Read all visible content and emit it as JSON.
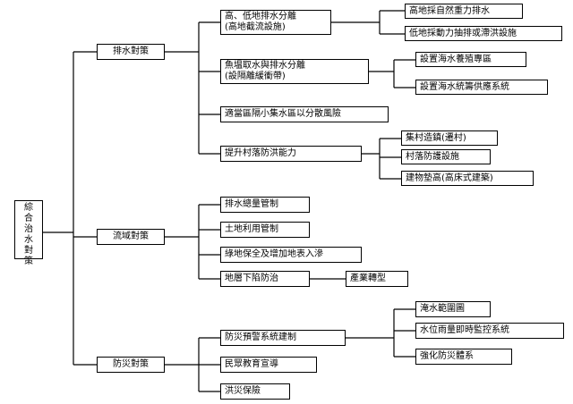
{
  "root": {
    "label": "綜合治水對策"
  },
  "branches": [
    {
      "label": "排水對策",
      "children": [
        {
          "label": "高、低地排水分離\n(高地截流設施)",
          "children": [
            "高地採自然重力排水",
            "低地採動力抽排或滯洪設施"
          ]
        },
        {
          "label": "魚塭取水與排水分離\n(設隔離緩衝帶)",
          "children": [
            "設置海水養殖專區",
            "設置海水統籌供應系統"
          ]
        },
        {
          "label": "適當區隔小集水區以分散風險",
          "children": []
        },
        {
          "label": "提升村落防洪能力",
          "children": [
            "集村造鎮(遷村)",
            "村落防護設施",
            "建物墊高(高床式建築)"
          ]
        }
      ]
    },
    {
      "label": "流域對策",
      "children": [
        {
          "label": "排水總量管制",
          "children": []
        },
        {
          "label": "土地利用管制",
          "children": []
        },
        {
          "label": "綠地保全及增加地表入滲",
          "children": []
        },
        {
          "label": "地層下陷防治",
          "children": [
            "產業轉型"
          ]
        }
      ]
    },
    {
      "label": "防災對策",
      "children": [
        {
          "label": "防災預警系統建制",
          "children": [
            "淹水範圍圖",
            "水位雨量即時監控系統",
            "強化防災體系"
          ]
        },
        {
          "label": "民眾教育宣導",
          "children": []
        },
        {
          "label": "洪災保險",
          "children": []
        }
      ]
    }
  ]
}
